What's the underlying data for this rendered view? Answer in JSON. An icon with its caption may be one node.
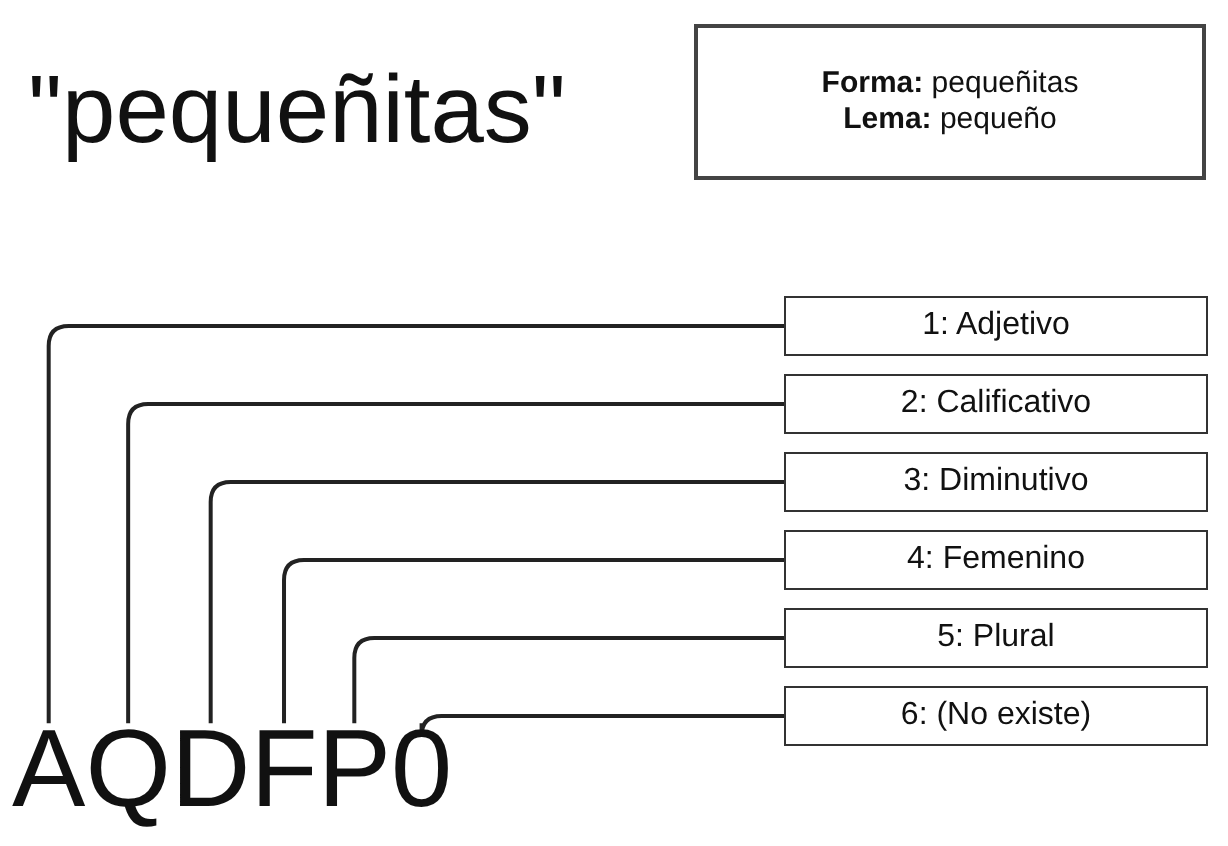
{
  "diagram": {
    "title": "\"pequeñitas\"",
    "nodes": [
      {
        "text": [
          "**Forma:** pequeñitas",
          "**Lema:** pequeño"
        ]
      },
      {
        "text": [
          "A"
        ]
      },
      {
        "text": [
          "Q"
        ]
      },
      {
        "text": [
          "D"
        ]
      },
      {
        "text": [
          "F"
        ]
      },
      {
        "text": [
          "P"
        ]
      },
      {
        "text": [
          "0"
        ]
      },
      {
        "text": [
          "1: Adjetivo"
        ]
      },
      {
        "text": [
          "2: Calificativo"
        ]
      },
      {
        "text": [
          "3: Diminutivo"
        ]
      },
      {
        "text": [
          "4: Femenino"
        ]
      },
      {
        "text": [
          "5: Plural"
        ]
      },
      {
        "text": [
          "6: (No existe)"
        ]
      }
    ],
    "edges": [
      {
        "from": 1,
        "to": 7,
        "arrow": "none"
      },
      {
        "from": 2,
        "to": 8,
        "arrow": "none"
      },
      {
        "from": 3,
        "to": 9,
        "arrow": "none"
      },
      {
        "from": 4,
        "to": 10,
        "arrow": "none"
      },
      {
        "from": 5,
        "to": 11,
        "arrow": "none"
      },
      {
        "from": 6,
        "to": 12,
        "arrow": "none"
      }
    ]
  }
}
